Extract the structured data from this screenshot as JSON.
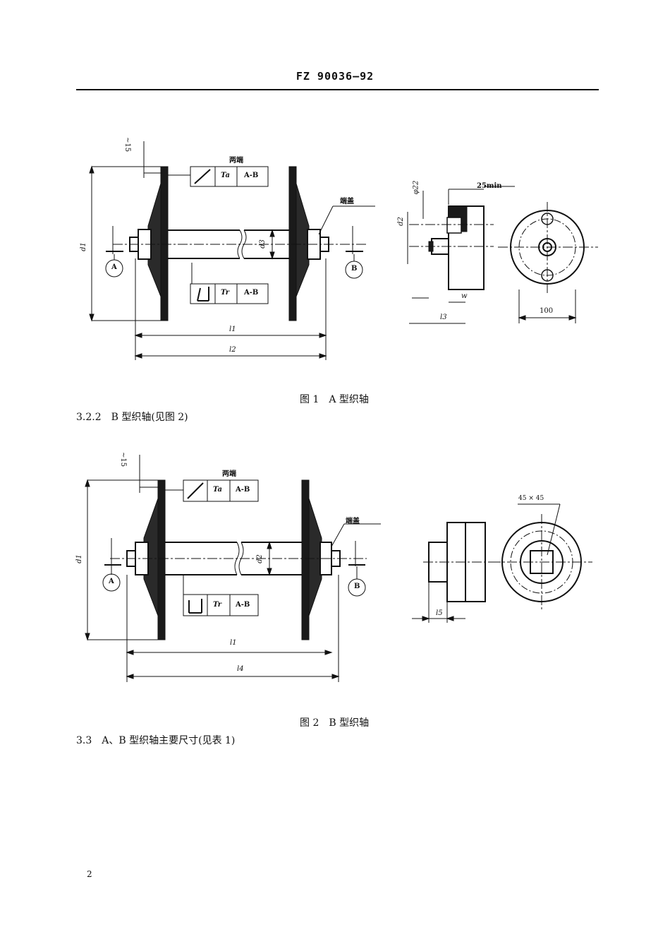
{
  "header": {
    "standard": "FZ 90036—92"
  },
  "figure1": {
    "caption": "图 1　A 型织轴",
    "labels": {
      "approx15": "~15",
      "both_ends": "两端",
      "Ta": "Ta",
      "Tr": "Tr",
      "ref_AB": "A-B",
      "end_cap": "端盖",
      "datum_A": "A",
      "datum_B": "B",
      "d1": "d1",
      "d2": "d2",
      "d3": "d3",
      "l1": "l1",
      "l2": "l2",
      "l3": "l3",
      "phi22": "φ22",
      "min25": "25min",
      "w": "w",
      "dim100": "100"
    }
  },
  "section_322": "3.2.2　B 型织轴(见图 2)",
  "figure2": {
    "caption": "图 2　B 型织轴",
    "labels": {
      "approx15": "~15",
      "both_ends": "两端",
      "Ta": "Ta",
      "Tr": "Tr",
      "ref_AB": "A-B",
      "end_cap": "端盖",
      "datum_A": "A",
      "datum_B": "B",
      "d1": "d1",
      "d2": "d2",
      "l1": "l1",
      "l4": "l4",
      "l5": "l5",
      "square": "45 × 45"
    }
  },
  "section_33": "3.3　A、B 型织轴主要尺寸(见表 1)",
  "page_number": "2"
}
